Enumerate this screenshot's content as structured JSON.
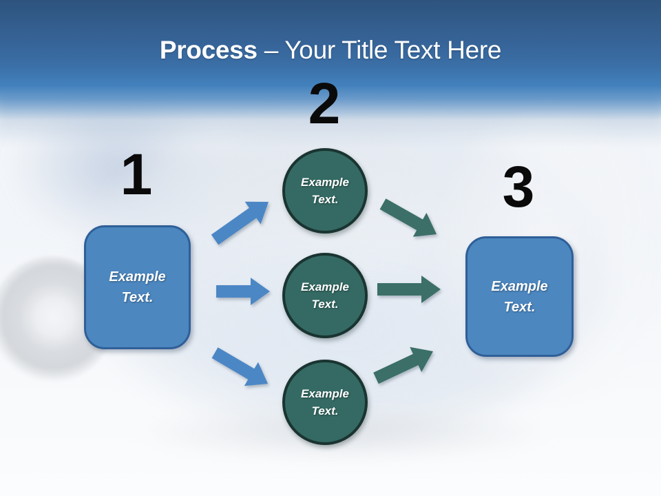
{
  "slide": {
    "title": {
      "emphasis": "Process",
      "rest": "– Your Title Text Here"
    }
  },
  "process": {
    "step1": {
      "number": "1",
      "label": "Example Text."
    },
    "step2": {
      "number": "2",
      "circles": [
        {
          "label": "Example Text."
        },
        {
          "label": "Example Text."
        },
        {
          "label": "Example Text."
        }
      ]
    },
    "step3": {
      "number": "3",
      "label": "Example Text."
    }
  },
  "colors": {
    "header_top": "#2e547e",
    "header_mid": "#3a6fa6",
    "header_bottom": "#4381bd",
    "box_fill": "#4c87bf",
    "box_border": "#2f5f98",
    "circle_fill": "#346a63",
    "circle_border": "#1a3431",
    "arrow_blue": "#4c87c5",
    "arrow_teal": "#3b6f67",
    "number_color": "#0a0a0a",
    "title_color": "#ffffff",
    "label_color": "#ffffff"
  }
}
